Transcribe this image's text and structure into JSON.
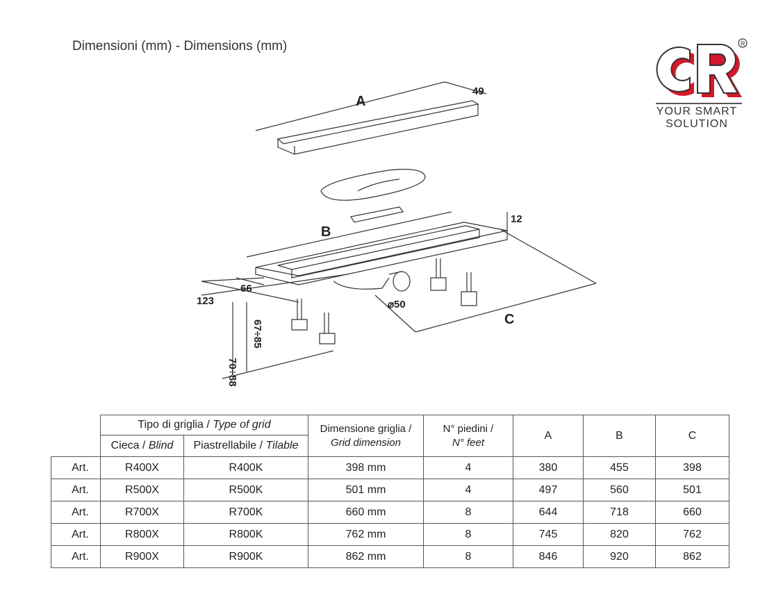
{
  "title": "Dimensioni (mm) - Dimensions (mm)",
  "logo": {
    "letters": "CR",
    "registered": "®",
    "tagline_line1": "YOUR SMART",
    "tagline_line2": "SOLUTION",
    "brand_color": "#d6182b"
  },
  "drawing": {
    "labels": {
      "A": "A",
      "B": "B",
      "C": "C",
      "d49": "49",
      "d12": "12",
      "d66": "66",
      "d123": "123",
      "d50": "⌀50",
      "d70_88": "70÷88",
      "d67_85": "67÷85"
    }
  },
  "table": {
    "header": {
      "type_of_grid_it": "Tipo di griglia / ",
      "type_of_grid_en": "Type of grid",
      "blind_it": "Cieca / ",
      "blind_en": "Blind",
      "tilable_it": "Piastrellabile / ",
      "tilable_en": "Tilable",
      "grid_dim_it": "Dimensione griglia /",
      "grid_dim_en": "Grid dimension",
      "feet_it": "N° piedini /",
      "feet_en": "N° feet",
      "A": "A",
      "B": "B",
      "C": "C"
    },
    "rows": [
      {
        "art": "Art.",
        "blind": "R400X",
        "tilable": "R400K",
        "grid": "398 mm",
        "feet": "4",
        "A": "380",
        "B": "455",
        "C": "398"
      },
      {
        "art": "Art.",
        "blind": "R500X",
        "tilable": "R500K",
        "grid": "501 mm",
        "feet": "4",
        "A": "497",
        "B": "560",
        "C": "501"
      },
      {
        "art": "Art.",
        "blind": "R700X",
        "tilable": "R700K",
        "grid": "660 mm",
        "feet": "8",
        "A": "644",
        "B": "718",
        "C": "660"
      },
      {
        "art": "Art.",
        "blind": "R800X",
        "tilable": "R800K",
        "grid": "762 mm",
        "feet": "8",
        "A": "745",
        "B": "820",
        "C": "762"
      },
      {
        "art": "Art.",
        "blind": "R900X",
        "tilable": "R900K",
        "grid": "862 mm",
        "feet": "8",
        "A": "846",
        "B": "920",
        "C": "862"
      }
    ]
  }
}
